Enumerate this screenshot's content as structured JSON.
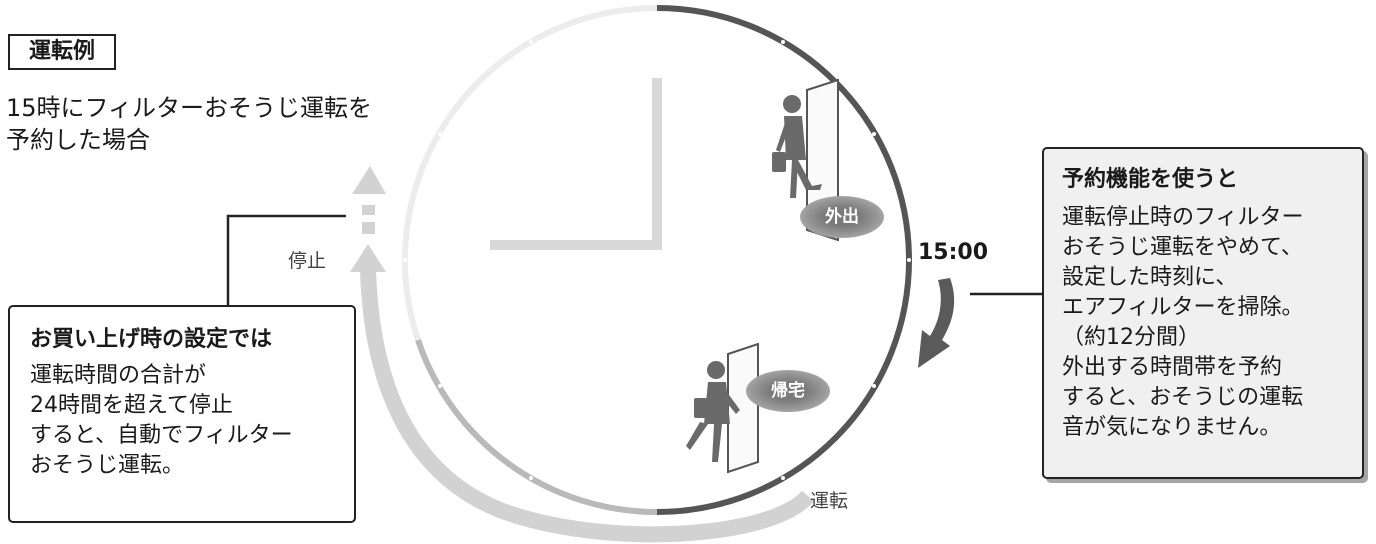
{
  "example_tag": "運転例",
  "caption": [
    "15時にフィルターおそうじ運転を",
    "予約した場合"
  ],
  "time_label": "15:00",
  "state_stop": "停止",
  "state_run": "運転",
  "bubble_out": "外出",
  "bubble_home": "帰宅",
  "left_box": {
    "title": "お買い上げ時の設定では",
    "lines": [
      "運転時間の合計が",
      "24時間を超えて停止",
      "すると、自動でフィルター",
      "おそうじ運転。"
    ]
  },
  "right_box": {
    "title": "予約機能を使うと",
    "lines": [
      "運転停止時のフィルター",
      "おそうじ運転をやめて、",
      "設定した時刻に、",
      "エアフィルターを掃除。",
      "（約12分間）",
      "外出する時間帯を予約",
      "すると、おそうじの運転",
      "音が気になりません。"
    ]
  },
  "colors": {
    "clock_dark": "#555555",
    "clock_light": "#e8e8e8",
    "arrow_gray": "#d2d2d2",
    "arrow_dark": "#5a5a5a",
    "box_fill": "#f0f0f0"
  },
  "icons": [
    "person-leaving-icon",
    "person-returning-icon",
    "door-icon"
  ]
}
